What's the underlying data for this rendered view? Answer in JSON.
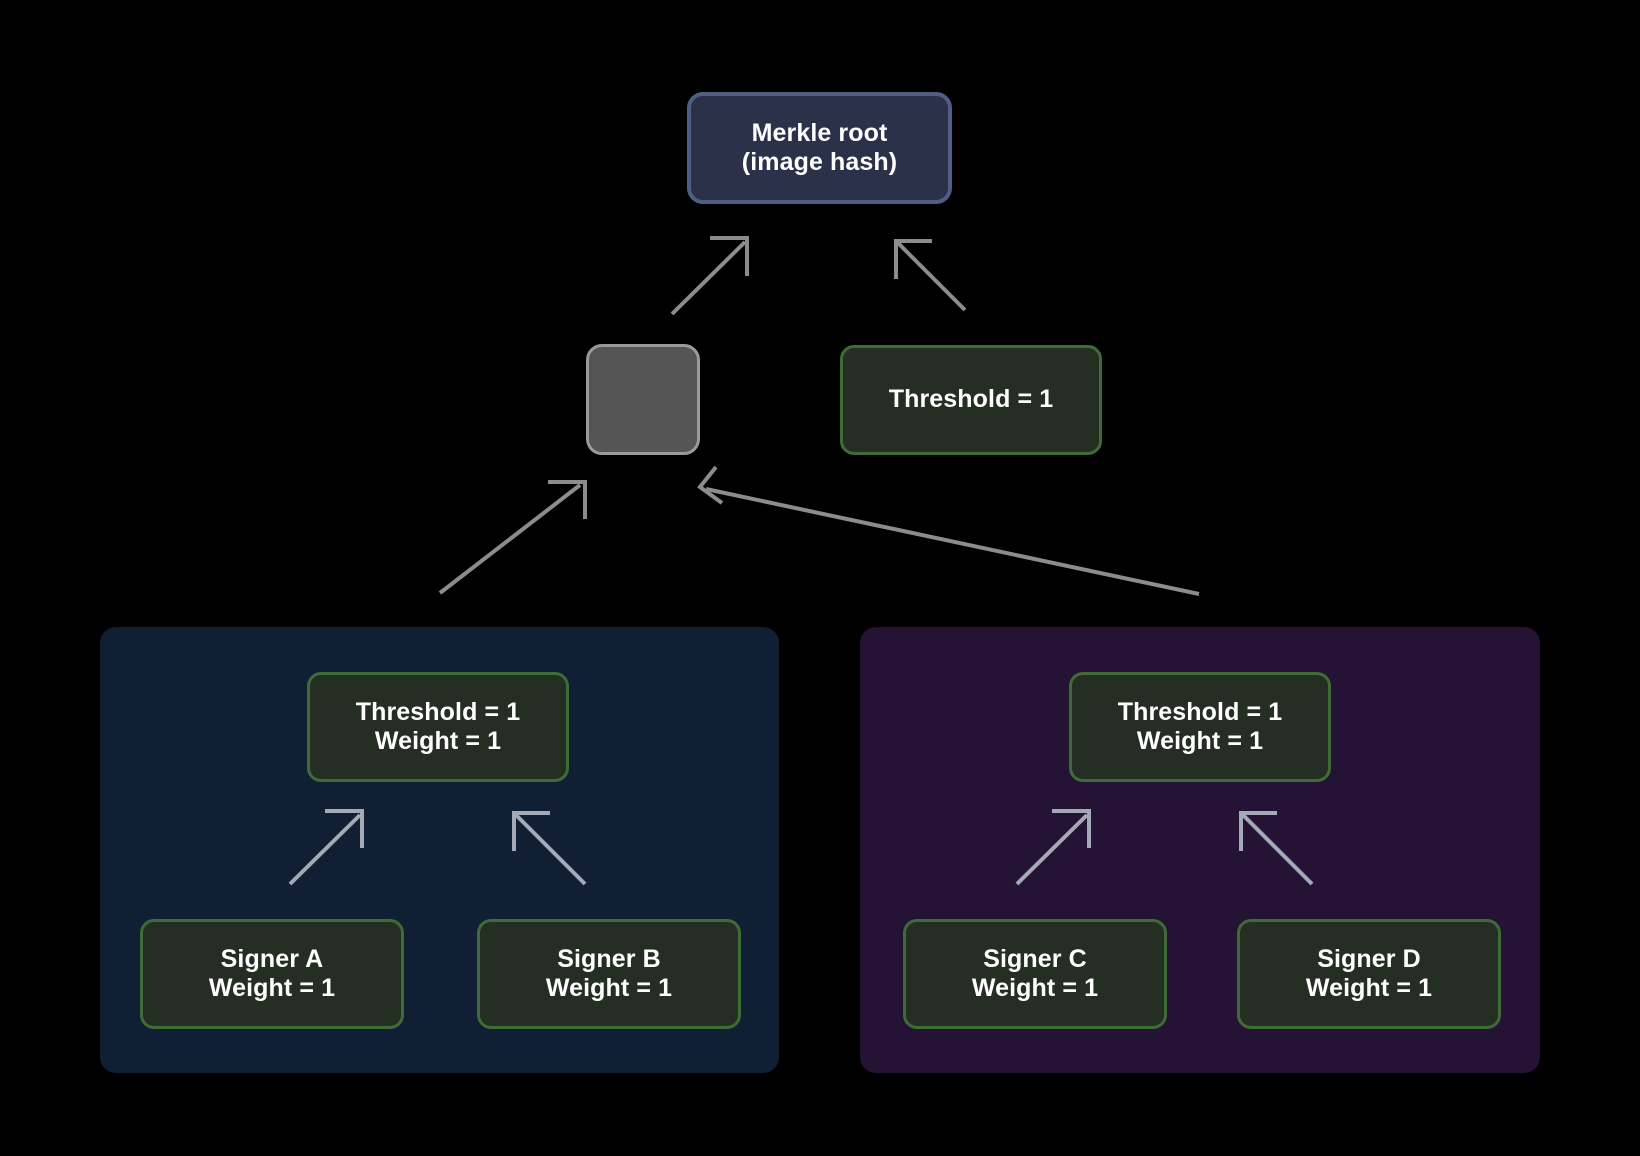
{
  "diagram": {
    "title": "Merkle tree multisig signer hierarchy",
    "background_color": "#000000",
    "arrow_color_outer": "#8c8c8c",
    "arrow_color_inner": "#a3aab5"
  },
  "root": {
    "line1": "Merkle root",
    "line2": "(image hash)",
    "fill": "#2a3148",
    "border": "#505d85"
  },
  "level2": {
    "placeholder": {
      "label": "",
      "fill": "#555555",
      "border": "#9a9a9a"
    },
    "threshold_node": {
      "line1": "Threshold = 1",
      "fill": "#242e23",
      "border": "#3f6b37"
    }
  },
  "groups": [
    {
      "name": "group-blue",
      "fill": "#101f33",
      "summary": {
        "line1": "Threshold = 1",
        "line2": "Weight = 1"
      },
      "signers": [
        {
          "line1": "Signer A",
          "line2": "Weight = 1"
        },
        {
          "line1": "Signer B",
          "line2": "Weight = 1"
        }
      ]
    },
    {
      "name": "group-purple",
      "fill": "#241335",
      "summary": {
        "line1": "Threshold = 1",
        "line2": "Weight = 1"
      },
      "signers": [
        {
          "line1": "Signer C",
          "line2": "Weight = 1"
        },
        {
          "line1": "Signer D",
          "line2": "Weight = 1"
        }
      ]
    }
  ]
}
